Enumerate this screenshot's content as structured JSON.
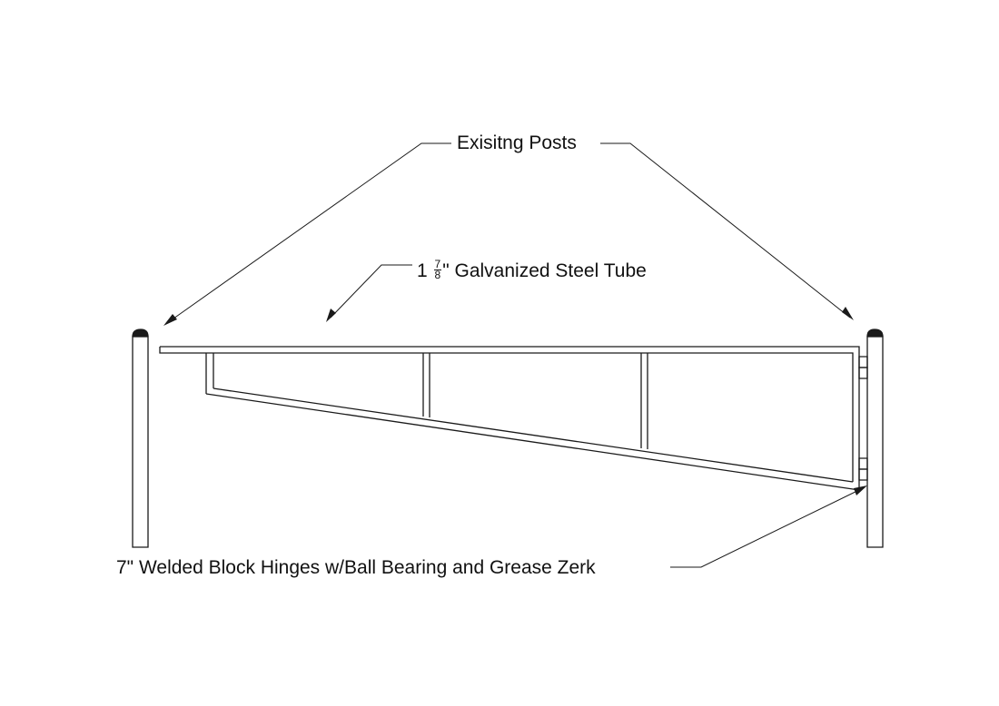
{
  "labels": {
    "posts": "Exisitng Posts",
    "tube_whole": "1",
    "tube_num": "7",
    "tube_den": "8",
    "tube_rest": "\" Galvanized Steel Tube",
    "hinges": "7\" Welded Block Hinges w/Ball Bearing and Grease Zerk"
  },
  "colors": {
    "line": "#1a1a1a",
    "background": "#ffffff"
  }
}
